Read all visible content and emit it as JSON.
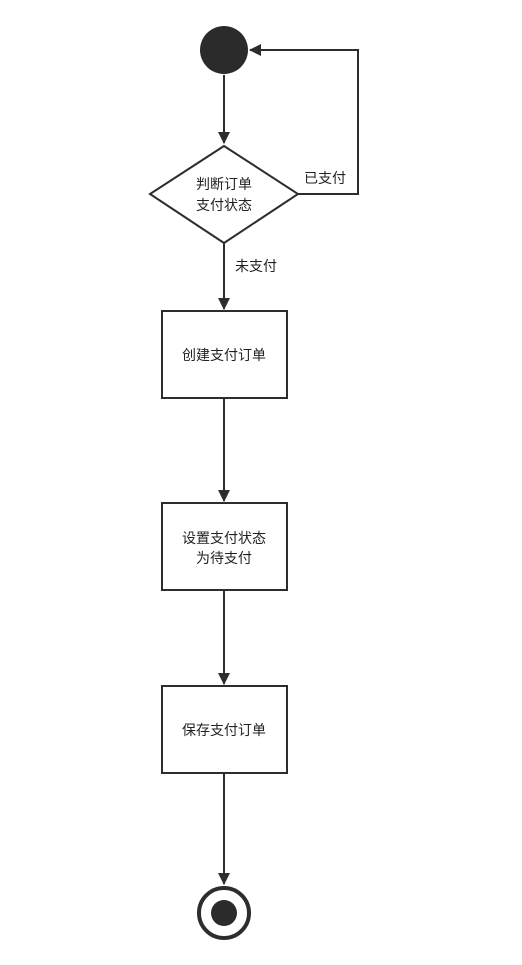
{
  "diagram": {
    "type": "activity-flowchart",
    "colors": {
      "stroke": "#2d2d2d",
      "fill": "#ffffff",
      "start_fill": "#2b2b2b",
      "text": "#222222"
    },
    "nodes": {
      "start": {
        "kind": "initial-state"
      },
      "decision": {
        "line1": "判断订单",
        "line2": "支付状态"
      },
      "create_order": {
        "label": "创建支付订单"
      },
      "set_status": {
        "line1": "设置支付状态",
        "line2": "为待支付"
      },
      "save_order": {
        "label": "保存支付订单"
      },
      "end": {
        "kind": "final-state"
      }
    },
    "edges": {
      "paid_label": "已支付",
      "unpaid_label": "未支付"
    }
  }
}
